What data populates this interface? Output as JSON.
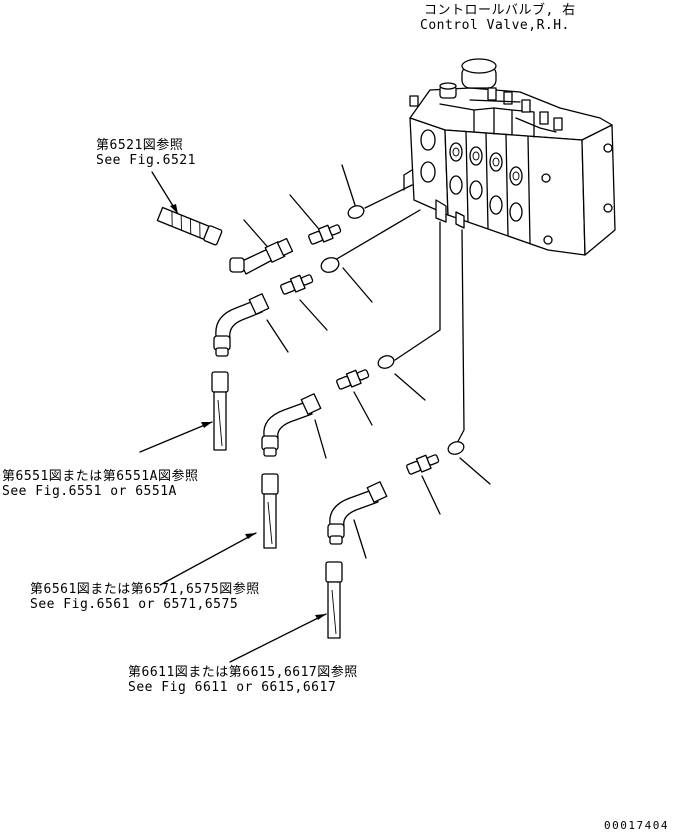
{
  "labels": {
    "control_valve": {
      "jp": "コントロールバルブ, 右",
      "en": "Control Valve,R.H."
    },
    "fig_6521": {
      "jp": "第6521図参照",
      "en": "See Fig.6521"
    },
    "fig_6551": {
      "jp": "第6551図または第6551A図参照",
      "en": "See Fig.6551 or 6551A"
    },
    "fig_6561": {
      "jp": "第6561図または第6571,6575図参照",
      "en": "See Fig.6561 or 6571,6575"
    },
    "fig_6611": {
      "jp": "第6611図または第6615,6617図参照",
      "en": "See Fig 6611 or 6615,6617"
    }
  },
  "drawing_number": "00017404"
}
